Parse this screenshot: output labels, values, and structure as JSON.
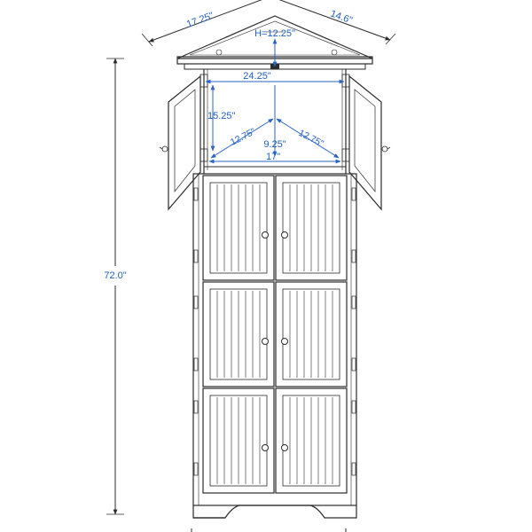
{
  "dimensions": {
    "top_left_depth": "17.25\"",
    "top_right_depth": "14.6\"",
    "inner_height": "H=12.25\"",
    "inner_width": "24.25\"",
    "shelf_height": "15.25\"",
    "diag_left": "12.75\"",
    "diag_right": "12.75\"",
    "center_depth": "9.25\"",
    "bottom_width": "17\"",
    "total_height": "72.0\""
  },
  "cabinet": {
    "door_rows": 3,
    "door_columns": 2,
    "panel_style": "vertical-beadboard"
  },
  "colors": {
    "dimension": "#2a63c4",
    "outline": "#2b2b2b"
  }
}
